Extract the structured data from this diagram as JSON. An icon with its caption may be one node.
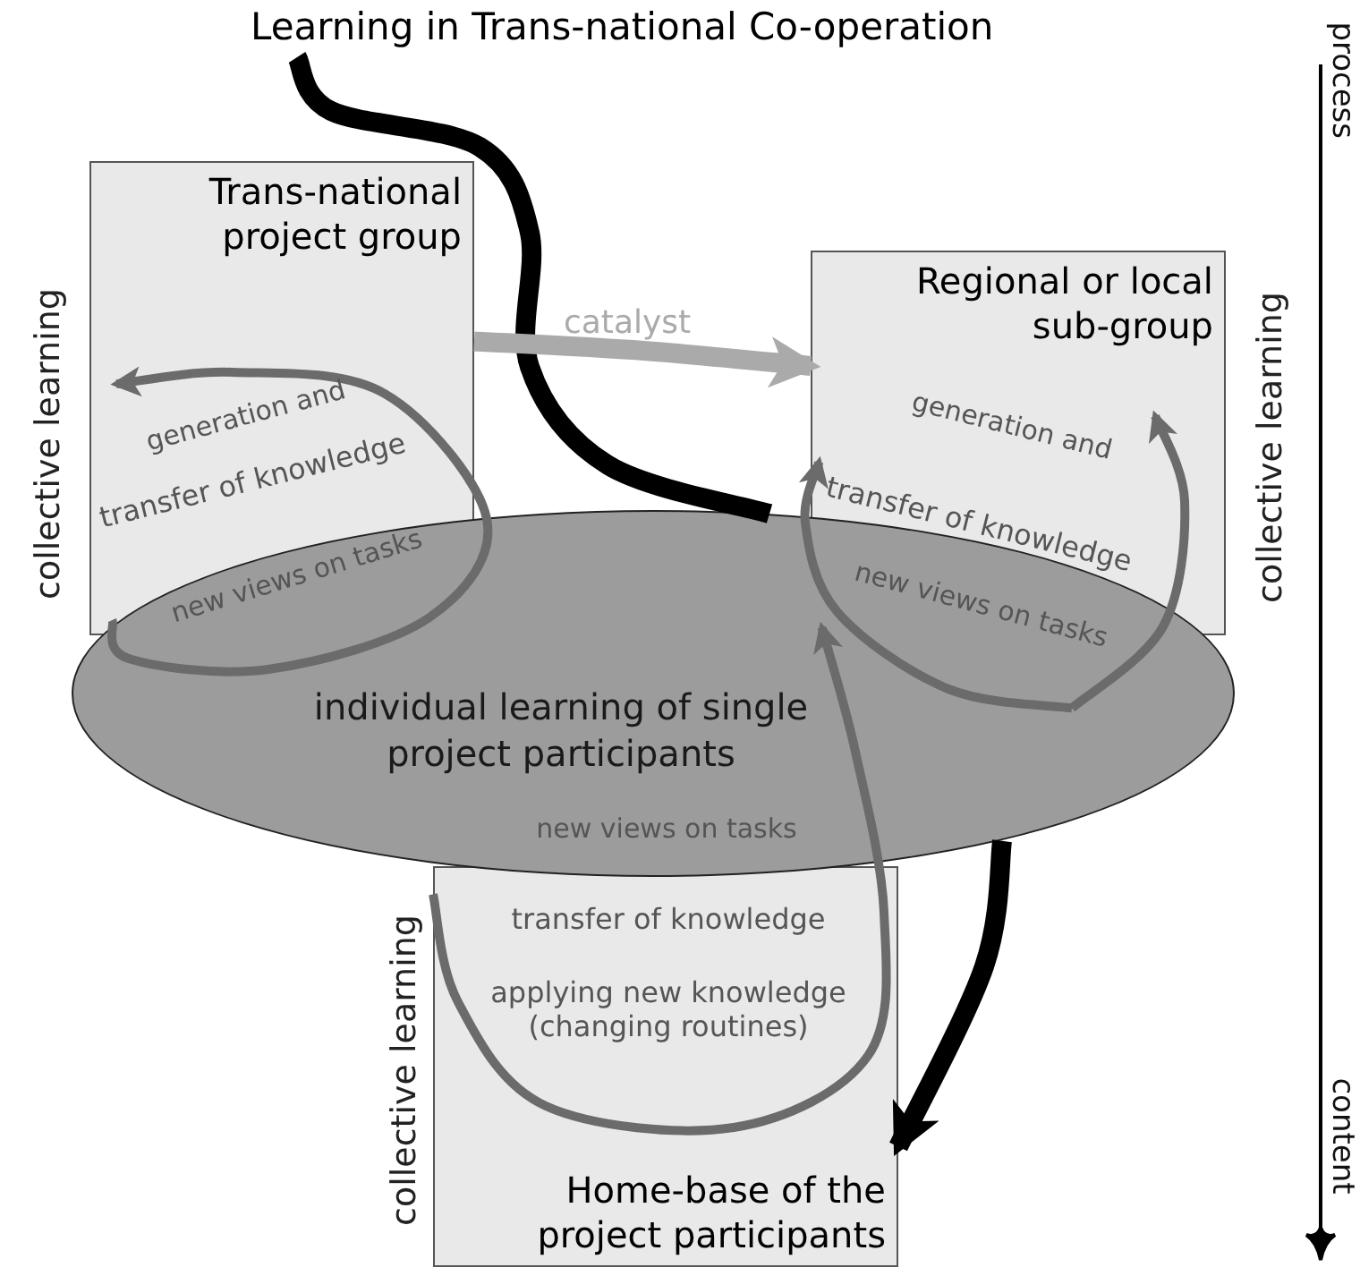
{
  "diagram": {
    "nodes": [
      {
        "text": [
          "Learning in Trans-national Co-operation"
        ]
      },
      {
        "text": [
          "Trans-national project group"
        ],
        "beside": [
          "collective learning"
        ]
      },
      {
        "text": [
          "Regional or local sub-group"
        ],
        "beside": [
          "collective learning"
        ]
      },
      {
        "text": [
          "individual learning of single project participants"
        ]
      },
      {
        "text": [
          "Home-base of the project participants"
        ],
        "beside": [
          "collective learning"
        ]
      }
    ],
    "edges": [
      {
        "from": 0,
        "to": 3,
        "arrow": "none",
        "style": "thick",
        "color": "#000000"
      },
      {
        "from": 3,
        "to": 4,
        "arrow": "to",
        "style": "thick",
        "color": "#000000"
      },
      {
        "from": 1,
        "to": 2,
        "arrow": "to",
        "label": "catalyst",
        "style": "thick",
        "color": "#aaaaaa"
      },
      {
        "from": 3,
        "to": 1,
        "arrow": "to"
      },
      {
        "from": 3,
        "to": 2,
        "arrow": "to"
      },
      {
        "from": 3,
        "to": 2,
        "arrow": "to"
      },
      {
        "from": 4,
        "to": 3,
        "arrow": "to"
      }
    ],
    "labels": [
      "generation and",
      "transfer of knowledge",
      "new views on tasks",
      "generation and",
      "transfer of knowledge",
      "new views on tasks",
      "new views on tasks",
      "transfer of knowledge",
      "applying new knowledge (changing routines)",
      "process",
      "content"
    ]
  }
}
